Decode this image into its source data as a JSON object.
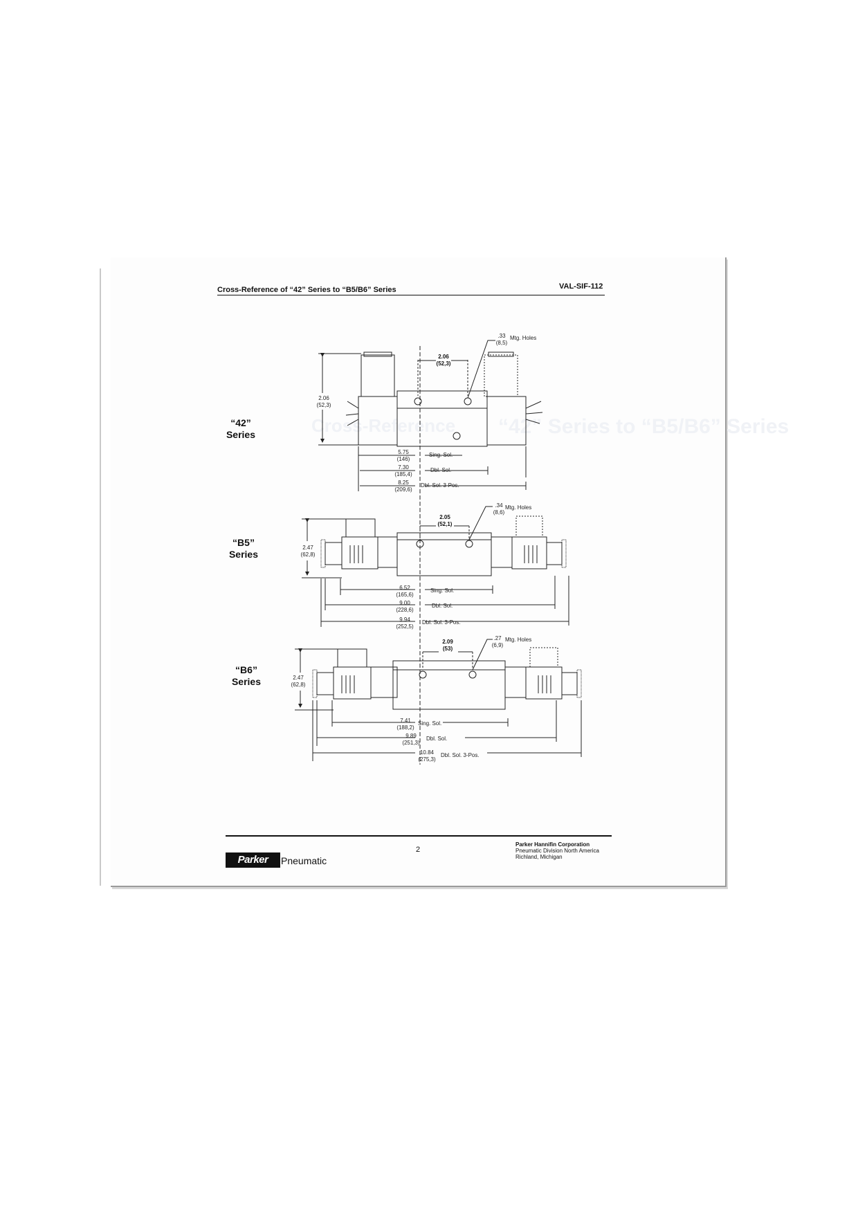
{
  "header": {
    "title": "Cross-Reference of “42” Series to “B5/B6” Series",
    "doc_code": "VAL-SIF-112"
  },
  "sections": {
    "s42": {
      "label_line1": "“42”",
      "label_line2": "Series",
      "height_in": "2.06",
      "height_mm": "(52,3)",
      "spacing_in": "2.06",
      "spacing_mm": "(52,3)",
      "holes_in": ".33",
      "holes_mm": "(8,5)",
      "holes_text": "Mtg. Holes",
      "rows": [
        {
          "in": "5.75",
          "mm": "(146)",
          "desc": "Sing. Sol."
        },
        {
          "in": "7.30",
          "mm": "(185,4)",
          "desc": "Dbl. Sol."
        },
        {
          "in": "8.25",
          "mm": "(209,6)",
          "desc": "Dbl. Sol. 3-Pos."
        }
      ]
    },
    "b5": {
      "label_line1": "“B5”",
      "label_line2": "Series",
      "height_in": "2.47",
      "height_mm": "(62,8)",
      "spacing_in": "2.05",
      "spacing_mm": "(52,1)",
      "holes_in": ".34",
      "holes_mm": "(8,6)",
      "holes_text": "Mtg. Holes",
      "rows": [
        {
          "in": "6.52",
          "mm": "(165,6)",
          "desc": "Sing. Sol."
        },
        {
          "in": "9.00",
          "mm": "(228,6)",
          "desc": "Dbl. Sol."
        },
        {
          "in": "9.94",
          "mm": "(252,5)",
          "desc": "Dbl. Sol. 3-Pos."
        }
      ]
    },
    "b6": {
      "label_line1": "“B6”",
      "label_line2": "Series",
      "height_in": "2.47",
      "height_mm": "(62,8)",
      "spacing_in": "2.09",
      "spacing_mm": "(53)",
      "holes_in": ".27",
      "holes_mm": "(6,9)",
      "holes_text": "Mtg. Holes",
      "rows": [
        {
          "in": "7.41",
          "mm": "(188,2)",
          "desc": "Sing. Sol."
        },
        {
          "in": "9.89",
          "mm": "(251,3)",
          "desc": "Dbl. Sol."
        },
        {
          "in": "10.84",
          "mm": "(275,3)",
          "desc": "Dbl. Sol. 3-Pos."
        }
      ]
    }
  },
  "footer": {
    "logo_text": "Parker",
    "logo_sub": "Pneumatic",
    "page_number": "2",
    "company": "Parker Hannifin Corporation",
    "division": "Pneumatic Division North America",
    "location": "Richland, Michigan"
  }
}
